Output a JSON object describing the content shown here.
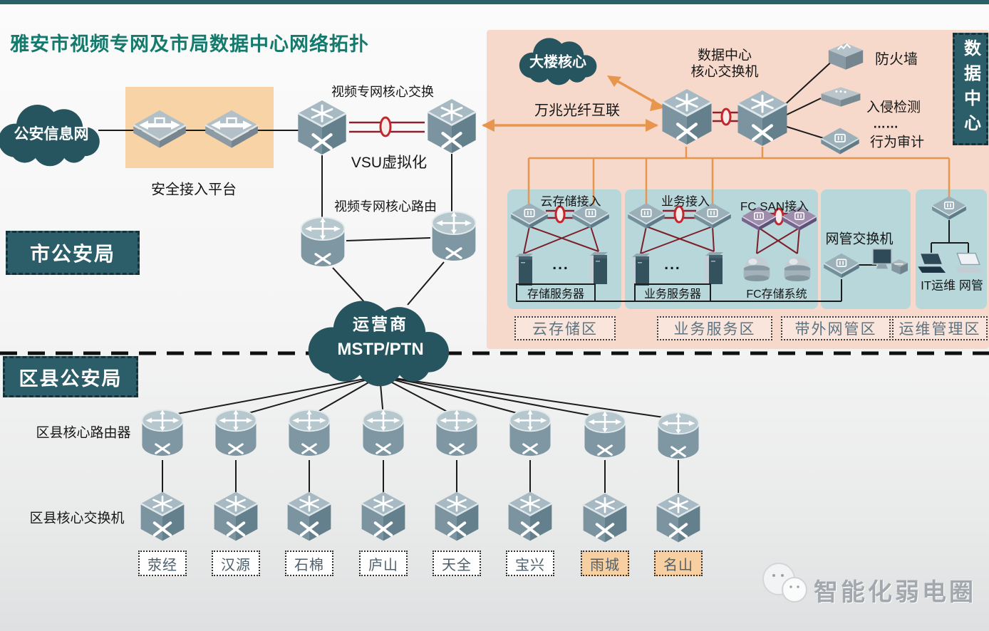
{
  "title": "雅安市视频专网及市局数据中心网络拓扑",
  "clouds": {
    "police": "公安信息网",
    "building": "大楼核心",
    "carrier_line1": "运营商",
    "carrier_line2": "MSTP/PTN"
  },
  "sections": {
    "municipal": "市公安局",
    "county": "区县公安局",
    "datacenter": "数据中心"
  },
  "labels": {
    "secure_platform": "安全接入平台",
    "video_core_switch": "视频专网核心交换",
    "vsu": "VSU虚拟化",
    "video_core_router": "视频专网核心路由",
    "fiber": "万兆光纤互联",
    "dc_core_switch_l1": "数据中心",
    "dc_core_switch_l2": "核心交换机",
    "firewall": "防火墙",
    "ids": "入侵检测",
    "ellipsis": "……",
    "audit": "行为审计",
    "county_router": "区县核心路由器",
    "county_switch": "区县核心交换机",
    "cloud_storage_access": "云存储接入",
    "business_access": "业务接入",
    "fc_san_access": "FC SAN接入",
    "storage_server": "存储服务器",
    "business_server": "业务服务器",
    "fc_storage": "FC存储系统",
    "nms_switch": "网管交换机",
    "it_ops": "IT运维 网管",
    "dots": "..."
  },
  "zone_tags": [
    "云存储区",
    "业务服务区",
    "带外网管区",
    "运维管理区"
  ],
  "counties": [
    {
      "name": "荥经",
      "highlight": false
    },
    {
      "name": "汉源",
      "highlight": false
    },
    {
      "name": "石棉",
      "highlight": false
    },
    {
      "name": "庐山",
      "highlight": false
    },
    {
      "name": "天全",
      "highlight": false
    },
    {
      "name": "宝兴",
      "highlight": false
    },
    {
      "name": "雨城",
      "highlight": true
    },
    {
      "name": "名山",
      "highlight": true
    }
  ],
  "watermark": "智能化弱电圈",
  "colors": {
    "title": "#15796c",
    "dark_teal": "#2b5e69",
    "panel_pink": "#f6d9cb",
    "panel_blue": "#b7d7db",
    "box_orange": "#f8d3a6",
    "county_highlight": "#f8cfa0",
    "line_orange": "#e8954e",
    "link_red": "#8a2030",
    "ring_red": "#c1272d"
  }
}
